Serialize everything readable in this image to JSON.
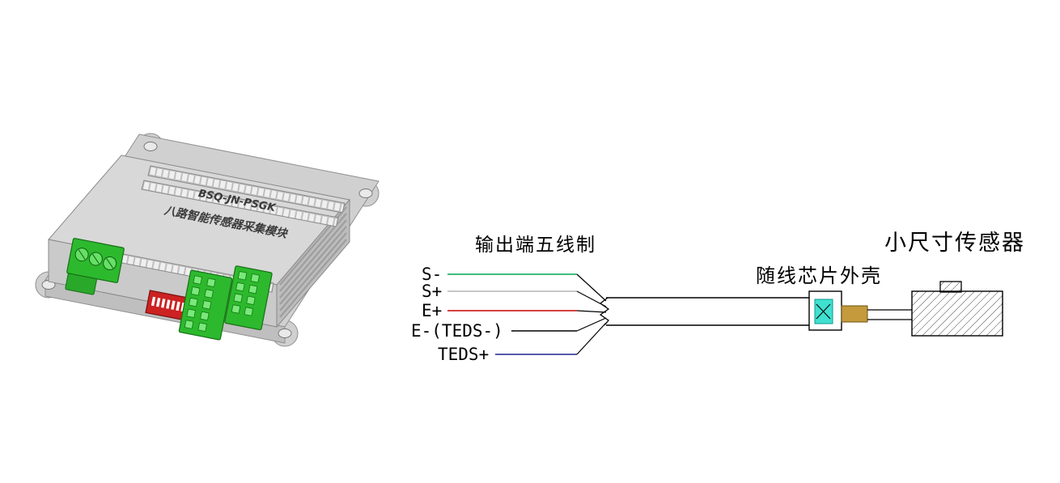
{
  "module": {
    "model_label": "BSQ-JN-PSGK",
    "name_label": "八路智能传感器采集模块",
    "colors": {
      "body": "#d8d8d8",
      "terminal_green": "#2db92d",
      "dip_red": "#cc2222"
    }
  },
  "wiring": {
    "heading": "输出端五线制",
    "wires": [
      {
        "label": "S-",
        "color": "#00a550"
      },
      {
        "label": "S+",
        "color": "#b5b5b5"
      },
      {
        "label": "E+",
        "color": "#cc0000"
      },
      {
        "label": "E-(TEDS-)",
        "color": "#000000"
      },
      {
        "label": "TEDS+",
        "color": "#20208f"
      }
    ]
  },
  "chip_housing": {
    "label": "随线芯片外壳",
    "chip_color": "#40e0d0",
    "sleeve_color": "#c49a3c"
  },
  "sensor": {
    "label": "小尺寸传感器"
  }
}
